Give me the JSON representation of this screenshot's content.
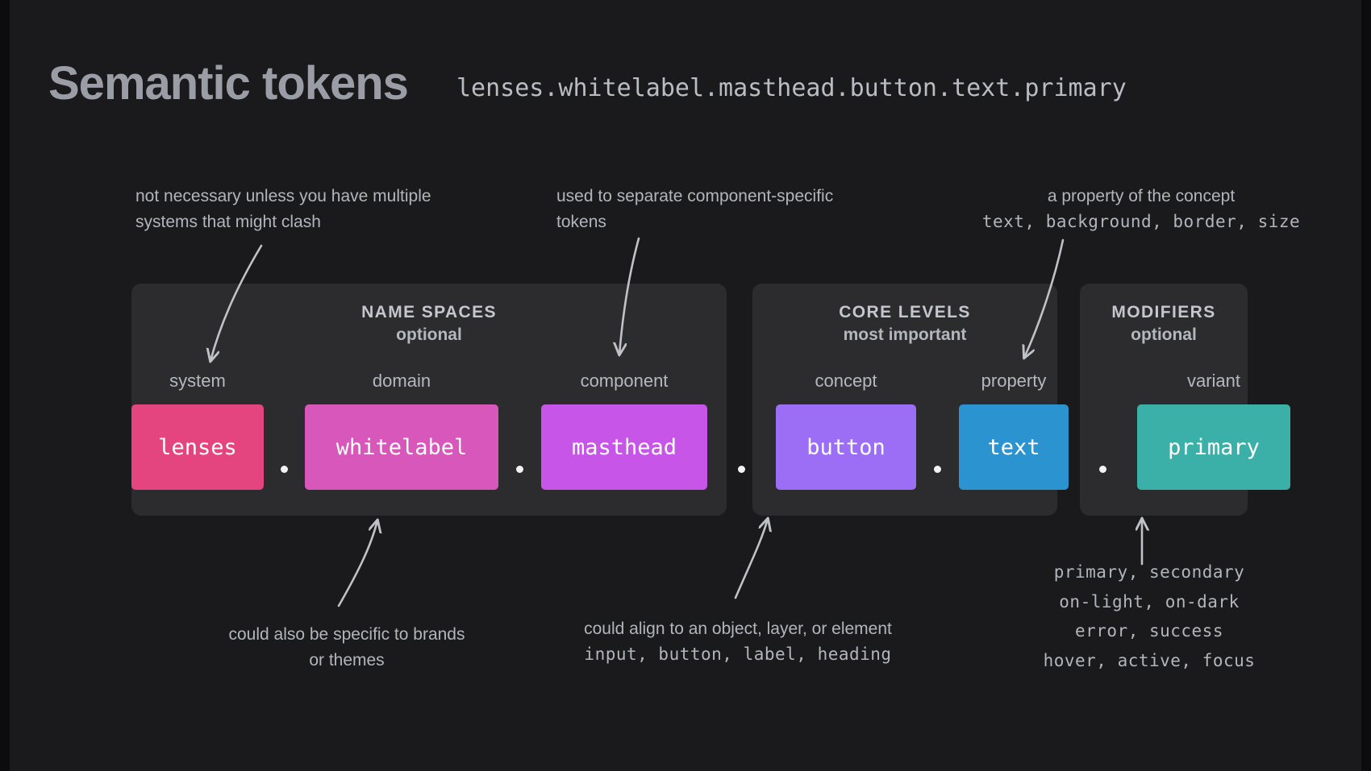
{
  "header": {
    "title": "Semantic tokens",
    "token_path": "lenses.whitelabel.masthead.button.text.primary"
  },
  "annotations": {
    "top_system": "not necessary unless you have multiple systems that might clash",
    "top_component": "used to separate component-specific tokens",
    "top_property": "a property of the concept",
    "top_property_examples": "text, background, border, size",
    "bottom_domain": "could also be specific to brands or themes",
    "bottom_concept": "could align to an object, layer, or element",
    "bottom_concept_examples": "input, button, label, heading",
    "bottom_variant_examples": [
      "primary, secondary",
      "on-light, on-dark",
      "error, success",
      "hover, active, focus"
    ]
  },
  "panels": [
    {
      "name": "name-spaces",
      "title": "NAME SPACES",
      "subtitle": "optional"
    },
    {
      "name": "core-levels",
      "title": "CORE LEVELS",
      "subtitle": "most important"
    },
    {
      "name": "modifiers",
      "title": "MODIFIERS",
      "subtitle": "optional"
    }
  ],
  "tokens": [
    {
      "label": "system",
      "value": "lenses",
      "color": "#e5457e"
    },
    {
      "label": "domain",
      "value": "whitelabel",
      "color": "#d757bb"
    },
    {
      "label": "component",
      "value": "masthead",
      "color": "#c755e8"
    },
    {
      "label": "concept",
      "value": "button",
      "color": "#9b6ef5"
    },
    {
      "label": "property",
      "value": "text",
      "color": "#2b93cf"
    },
    {
      "label": "variant",
      "value": "primary",
      "color": "#3ab0a8"
    }
  ],
  "separator": "·",
  "colors": {
    "background": "#1a1a1d",
    "panel": "#2c2c2f",
    "text": "#b2b5bc",
    "title": "#9a9ca6",
    "arrow": "#c0c2c8"
  }
}
